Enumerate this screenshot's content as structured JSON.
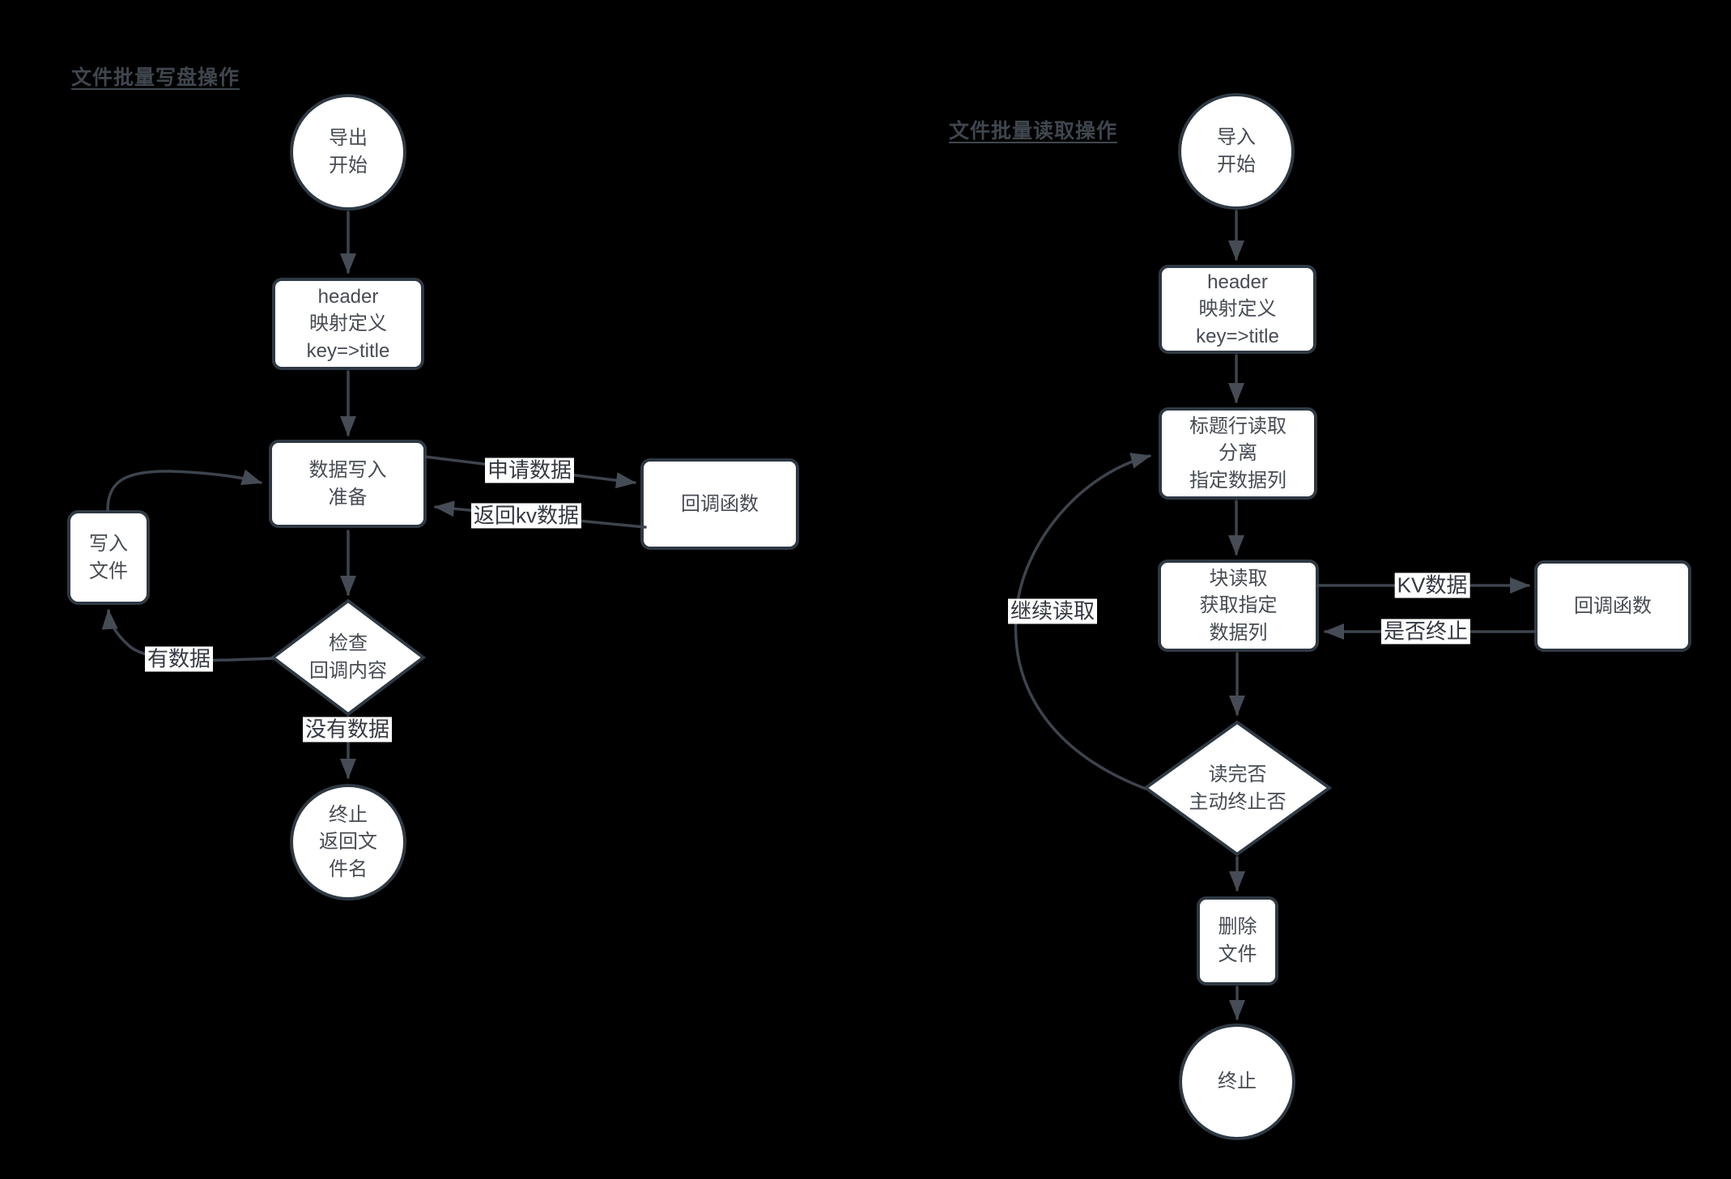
{
  "left_chart": {
    "title": "文件批量写盘操作",
    "nodes": {
      "start": {
        "label": "导出\n开始"
      },
      "header": {
        "label": "header\n映射定义\nkey=>title"
      },
      "prepare": {
        "label": "数据写入\n准备"
      },
      "callback": {
        "label": "回调函数"
      },
      "write_file": {
        "label": "写入\n文件"
      },
      "check": {
        "label": "检查\n回调内容"
      },
      "end": {
        "label": "终止\n返回文\n件名"
      }
    },
    "edge_labels": {
      "request_data": "申请数据",
      "return_kv": "返回kv数据",
      "has_data": "有数据",
      "no_data": "没有数据"
    }
  },
  "right_chart": {
    "title": "文件批量读取操作",
    "nodes": {
      "start": {
        "label": "导入\n开始"
      },
      "header": {
        "label": "header\n映射定义\nkey=>title"
      },
      "title_row": {
        "label": "标题行读取\n分离\n指定数据列"
      },
      "block_read": {
        "label": "块读取\n获取指定\n数据列"
      },
      "callback": {
        "label": "回调函数"
      },
      "check": {
        "label": "读完否\n主动终止否"
      },
      "delete_file": {
        "label": "删除\n文件"
      },
      "end": {
        "label": "终止"
      }
    },
    "edge_labels": {
      "kv_data": "KV数据",
      "terminate_or_not": "是否终止",
      "continue_read": "继续读取"
    }
  },
  "colors": {
    "background": "#000000",
    "node_fill": "#ffffff",
    "node_border": "#2e3943",
    "edge_stroke": "#3d444d",
    "arrowhead": "#454c55",
    "node_text": "#474c54",
    "title_text": "#3f464e",
    "edge_label_text": "#343942"
  }
}
